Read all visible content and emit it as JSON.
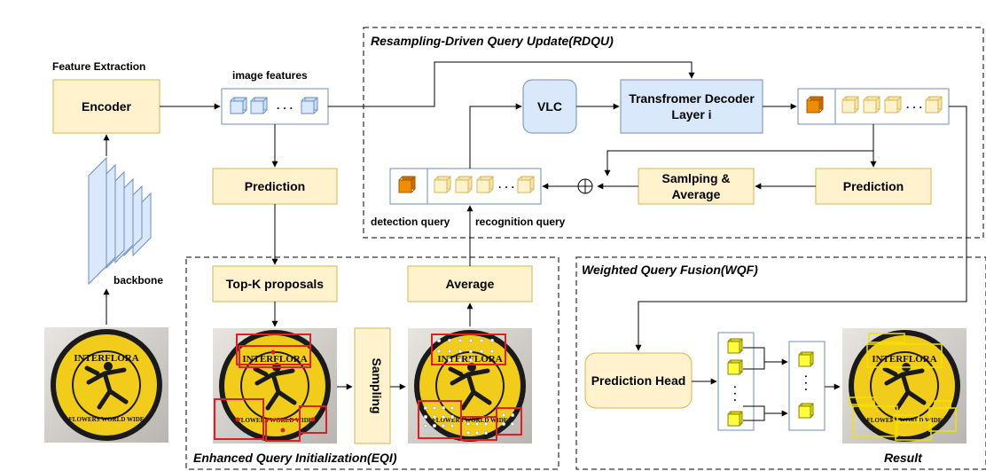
{
  "sections": {
    "feature_extraction": "Feature Extraction",
    "rdqu": "Resampling-Driven Query Update(RDQU)",
    "eqi": "Enhanced Query Initialization(EQI)",
    "wqf": "Weighted Query Fusion(WQF)"
  },
  "boxes": {
    "encoder": "Encoder",
    "prediction_left": "Prediction",
    "topk": "Top-K  proposals",
    "sampling": "Sampling",
    "average": "Average",
    "vlc": "VLC",
    "decoder_line1": "Transfromer Decoder",
    "decoder_line2": "Layer i",
    "prediction_right": "Prediction",
    "sampling_avg_line1": "Samlping &",
    "sampling_avg_line2": "Average",
    "prediction_head": "Prediction Head"
  },
  "labels": {
    "image_features": "image features",
    "backbone": "backbone",
    "detection_query": "detection query",
    "recognition_query": "recognition query",
    "result": "Result",
    "ellipsis": "· · ·"
  },
  "logo": {
    "top_text": "INTERFLORA",
    "bottom_text": "FLOWERS WORLD WIDE"
  },
  "colors": {
    "yellow_fill": "#fff2cc",
    "yellow_stroke": "#d6b656",
    "blue_fill": "#dae8fc",
    "blue_stroke": "#6c8ebf",
    "orange_cube": "#f08c00",
    "red_box": "#e02020",
    "logo_yellow": "#f2cc1a"
  }
}
